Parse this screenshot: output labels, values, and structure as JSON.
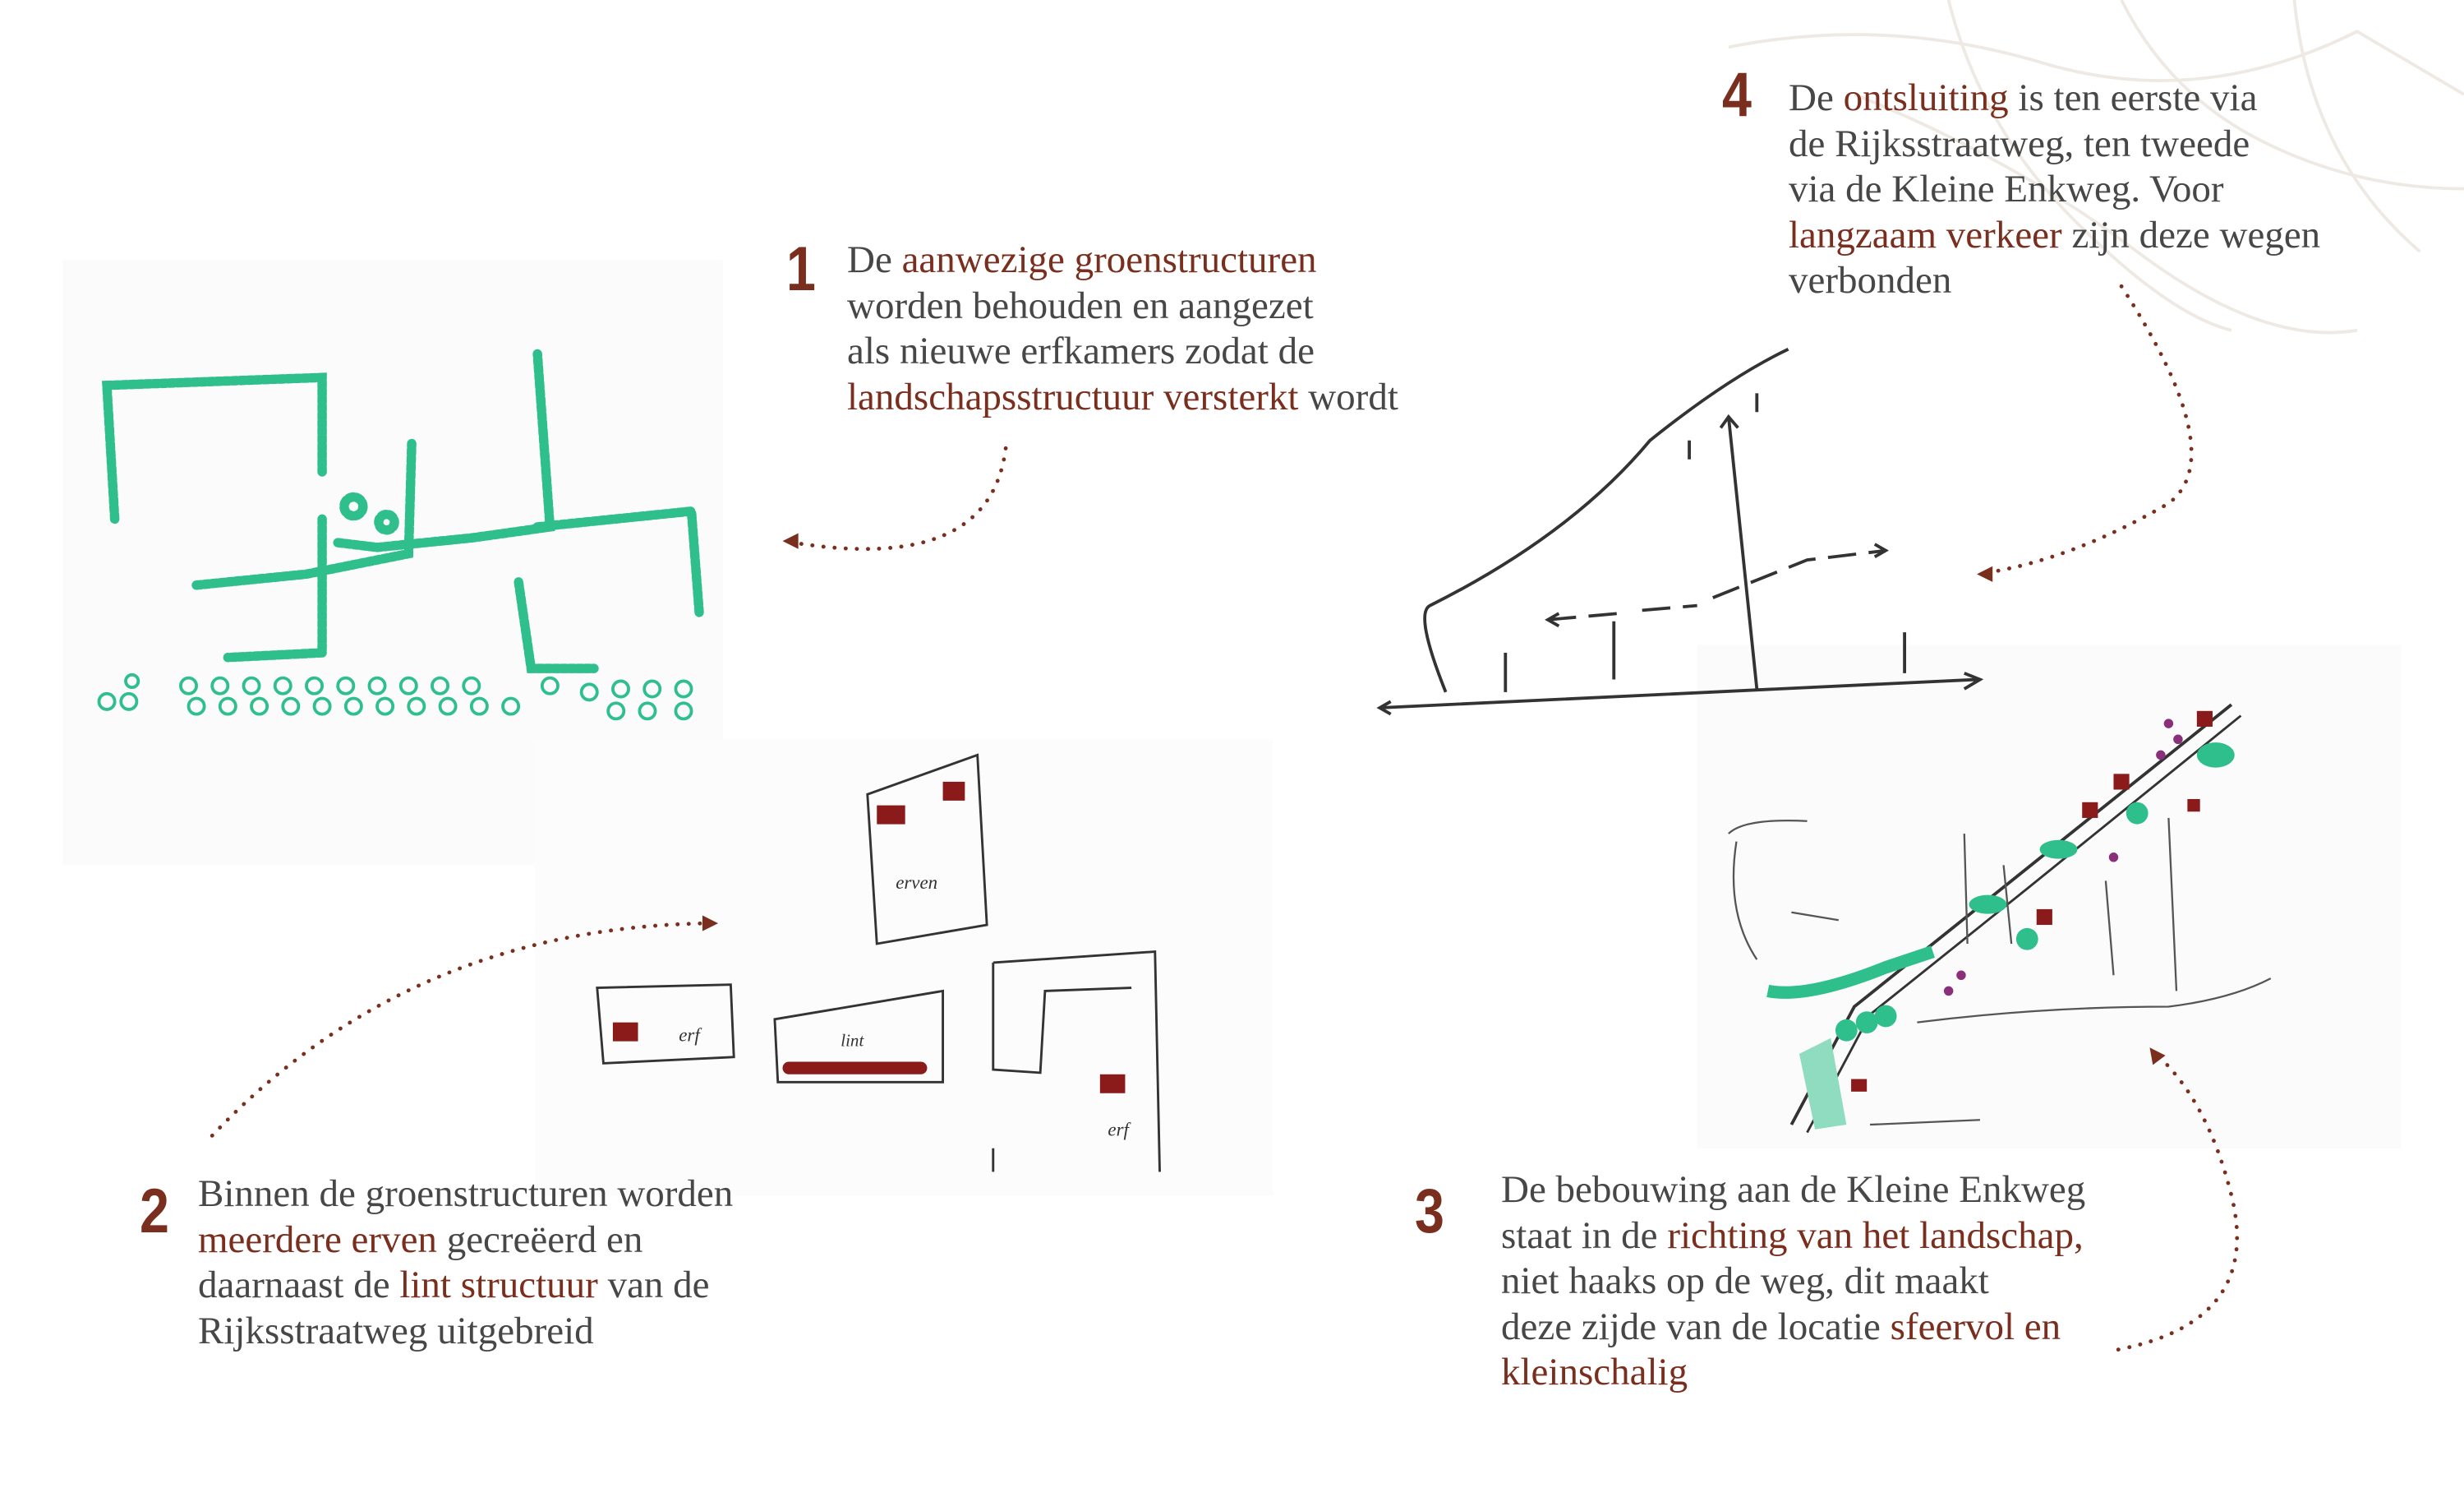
{
  "colors": {
    "text": "#474747",
    "accent": "#7a2e1e",
    "green": "#2fbf8c",
    "red": "#8b1a1a",
    "purple": "#8a2f7a"
  },
  "blocks": [
    {
      "number": "1",
      "lines": [
        [
          {
            "t": "De "
          },
          {
            "t": "aanwezige groenstructuren",
            "hl": true
          }
        ],
        [
          {
            "t": "worden behouden en aangezet"
          }
        ],
        [
          {
            "t": "als nieuwe erfkamers zodat de"
          }
        ],
        [
          {
            "t": "landschapsstructuur versterkt",
            "hl": true
          },
          {
            "t": " wordt"
          }
        ]
      ]
    },
    {
      "number": "2",
      "lines": [
        [
          {
            "t": "Binnen de groenstructuren worden"
          }
        ],
        [
          {
            "t": "meerdere erven",
            "hl": true
          },
          {
            "t": " gecreëerd en"
          }
        ],
        [
          {
            "t": "daarnaast de "
          },
          {
            "t": "lint structuur",
            "hl": true
          },
          {
            "t": " van de"
          }
        ],
        [
          {
            "t": "Rijksstraatweg uitgebreid"
          }
        ]
      ]
    },
    {
      "number": "3",
      "lines": [
        [
          {
            "t": "De bebouwing aan de Kleine Enkweg"
          }
        ],
        [
          {
            "t": "staat in de "
          },
          {
            "t": "richting van het landschap,",
            "hl": true
          }
        ],
        [
          {
            "t": "niet haaks op de weg, dit maakt"
          }
        ],
        [
          {
            "t": "deze zijde van de locatie "
          },
          {
            "t": "sfeervol en",
            "hl": true
          }
        ],
        [
          {
            "t": "kleinschalig",
            "hl": true
          }
        ]
      ]
    },
    {
      "number": "4",
      "lines": [
        [
          {
            "t": "De "
          },
          {
            "t": "ontsluiting",
            "hl": true
          },
          {
            "t": " is ten eerste via"
          }
        ],
        [
          {
            "t": "de Rijksstraatweg, ten tweede"
          }
        ],
        [
          {
            "t": "via de Kleine Enkweg. Voor"
          }
        ],
        [
          {
            "t": "langzaam verkeer",
            "hl": true
          },
          {
            "t": " zijn deze wegen"
          }
        ],
        [
          {
            "t": "verbonden"
          }
        ]
      ]
    }
  ],
  "sketch_labels": {
    "erven": "erven",
    "erf1": "erf",
    "lint": "lint",
    "erf2": "erf"
  }
}
